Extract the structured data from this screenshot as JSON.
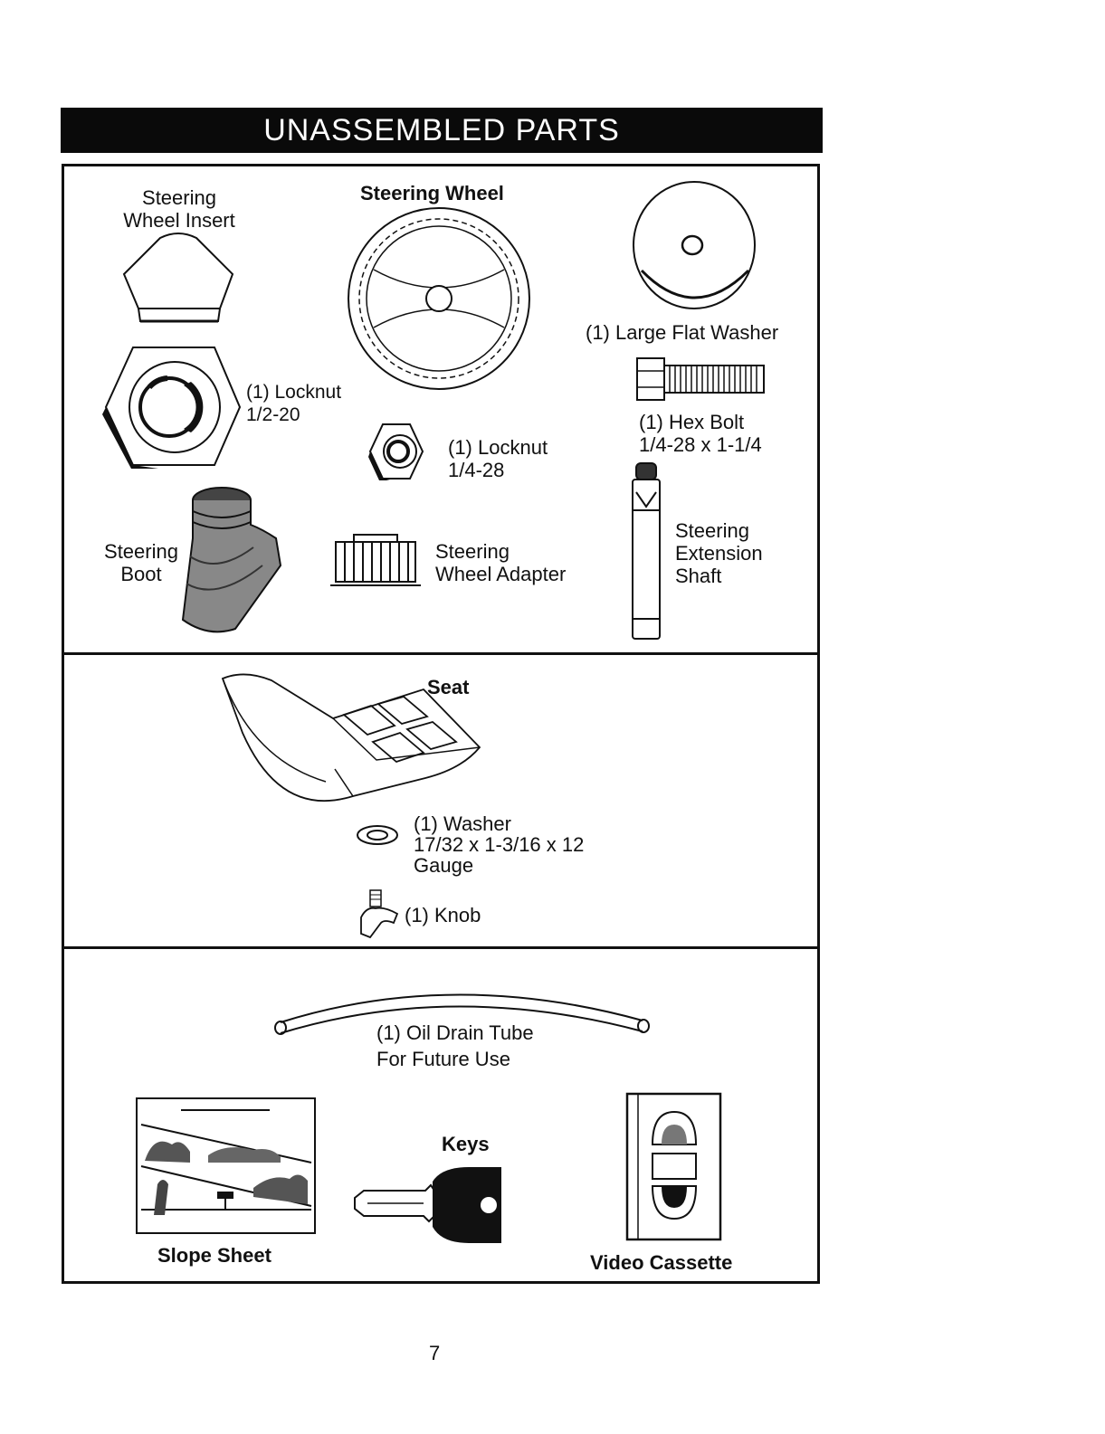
{
  "page": {
    "title": "UNASSEMBLED PARTS",
    "page_number": "7"
  },
  "parts": {
    "steering_wheel_insert": {
      "line1": "Steering",
      "line2": "Wheel Insert"
    },
    "steering_wheel": {
      "label": "Steering Wheel"
    },
    "large_flat_washer": {
      "label": "(1) Large Flat Washer"
    },
    "locknut_large": {
      "line1": "(1) Locknut",
      "line2": "1/2-20"
    },
    "hex_bolt": {
      "line1": "(1) Hex Bolt",
      "line2": "1/4-28 x 1-1/4"
    },
    "locknut_small": {
      "line1": "(1) Locknut",
      "line2": "1/4-28"
    },
    "steering_boot": {
      "line1": "Steering",
      "line2": "Boot"
    },
    "steering_wheel_adapter": {
      "line1": "Steering",
      "line2": "Wheel Adapter"
    },
    "steering_extension_shaft": {
      "line1": "Steering",
      "line2": "Extension",
      "line3": "Shaft"
    },
    "seat": {
      "label": "Seat"
    },
    "washer": {
      "line1": "(1) Washer",
      "line2": "17/32 x 1-3/16 x 12",
      "line3": "Gauge"
    },
    "knob": {
      "label": "(1) Knob"
    },
    "oil_drain_tube": {
      "line1": "(1) Oil Drain Tube",
      "line2": "For Future Use"
    },
    "slope_sheet": {
      "label": "Slope Sheet"
    },
    "keys": {
      "label": "Keys"
    },
    "video_cassette": {
      "label": "Video Cassette"
    }
  }
}
